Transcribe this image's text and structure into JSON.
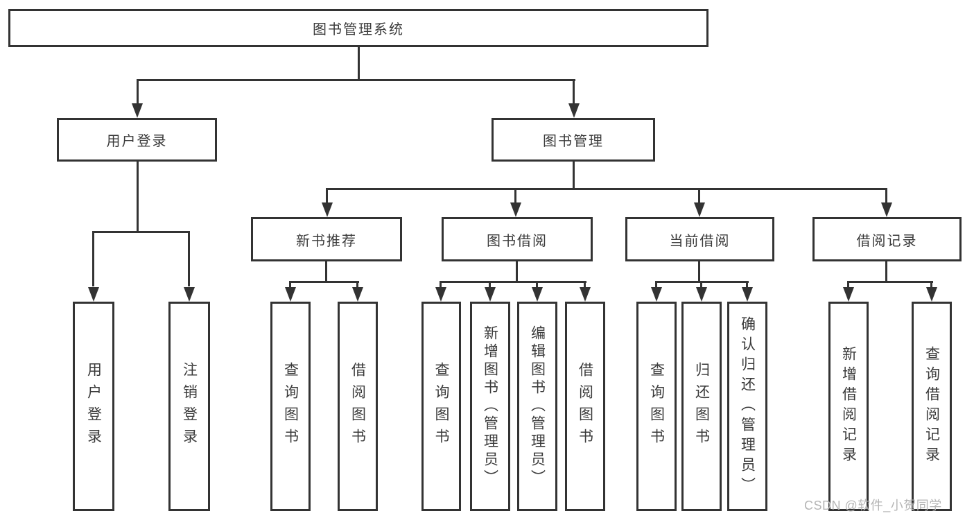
{
  "diagram": {
    "nodes": {
      "root": "图书管理系统",
      "user_login": "用户登录",
      "book_mgmt": "图书管理",
      "new_books": "新书推荐",
      "book_borrow": "图书借阅",
      "current_borrow": "当前借阅",
      "borrow_records": "借阅记录",
      "leaf_user_login": "用户登录",
      "leaf_logout": "注销登录",
      "leaf_nb_query": "查询图书",
      "leaf_nb_borrow": "借阅图书",
      "leaf_bb_query": "查询图书",
      "leaf_bb_add": "新增图书（管理员）",
      "leaf_bb_edit": "编辑图书（管理员）",
      "leaf_bb_borrow": "借阅图书",
      "leaf_cb_query": "查询图书",
      "leaf_cb_return": "归还图书",
      "leaf_cb_confirm": "确认归还（管理员）",
      "leaf_br_add": "新增借阅记录",
      "leaf_br_query": "查询借阅记录"
    },
    "watermark": "CSDN @软件_小贺同学",
    "colors": {
      "line": "#333333",
      "text": "#3a3a3a",
      "watermark": "#b5b5b5",
      "background": "#ffffff"
    }
  }
}
